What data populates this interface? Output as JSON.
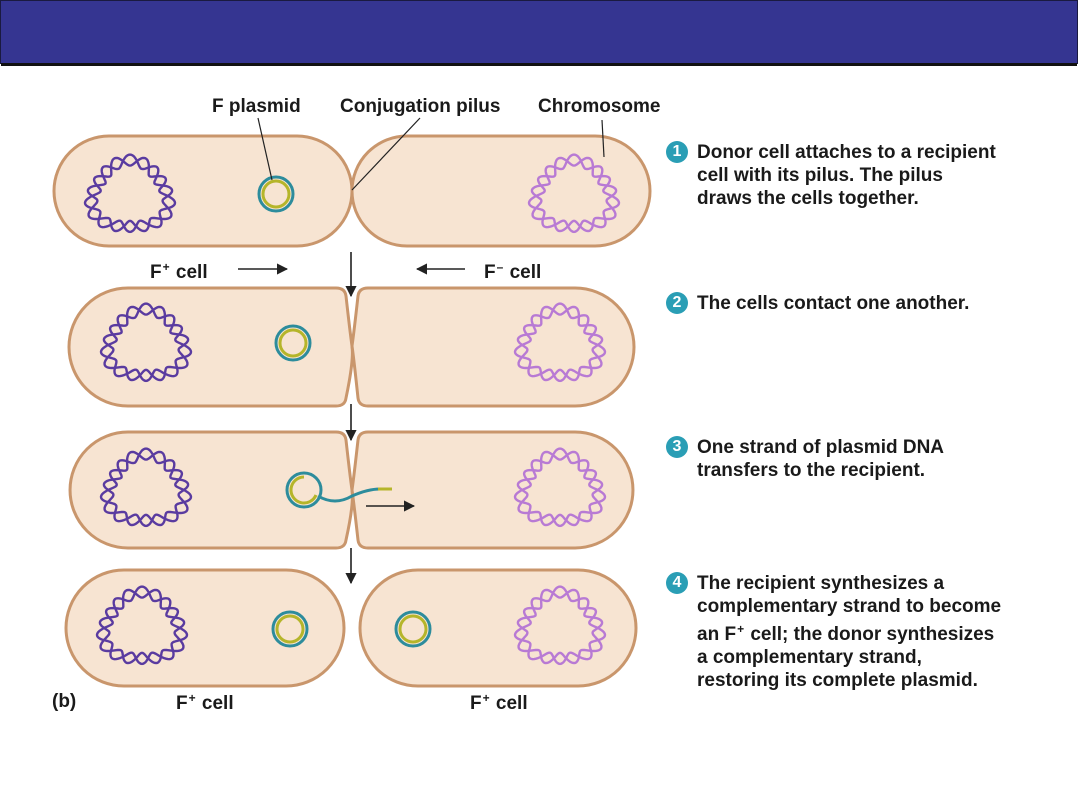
{
  "title_bar": {
    "color": "#353591"
  },
  "labels": {
    "f_plasmid": "F plasmid",
    "pilus": "Conjugation pilus",
    "chromosome": "Chromosome",
    "fplus_prefix": "F",
    "fplus_sup": "+",
    "fminus_sup": "–",
    "cell_word": "cell",
    "panel": "(b)"
  },
  "steps": [
    {
      "num": "1",
      "text": "Donor cell attaches to a recipient\ncell with its pilus. The pilus\ndraws the cells together."
    },
    {
      "num": "2",
      "text": "The cells contact one another."
    },
    {
      "num": "3",
      "text": "One strand of plasmid DNA\ntransfers to the recipient."
    },
    {
      "num": "4",
      "text_before": "The recipient synthesizes a\ncomplementary strand to become\nan F",
      "text_sup": "+",
      "text_after": " cell; the donor synthesizes\na complementary strand,\nrestoring its complete plasmid."
    }
  ],
  "colors": {
    "cell_fill": "#f7e4d2",
    "cell_stroke": "#c9966c",
    "donor_dna": "#5a3ba0",
    "recipient_dna": "#b87ad4",
    "plasmid_outer": "#2d8c9c",
    "plasmid_inner": "#b5b52a",
    "step_badge": "#2a9eb5"
  }
}
